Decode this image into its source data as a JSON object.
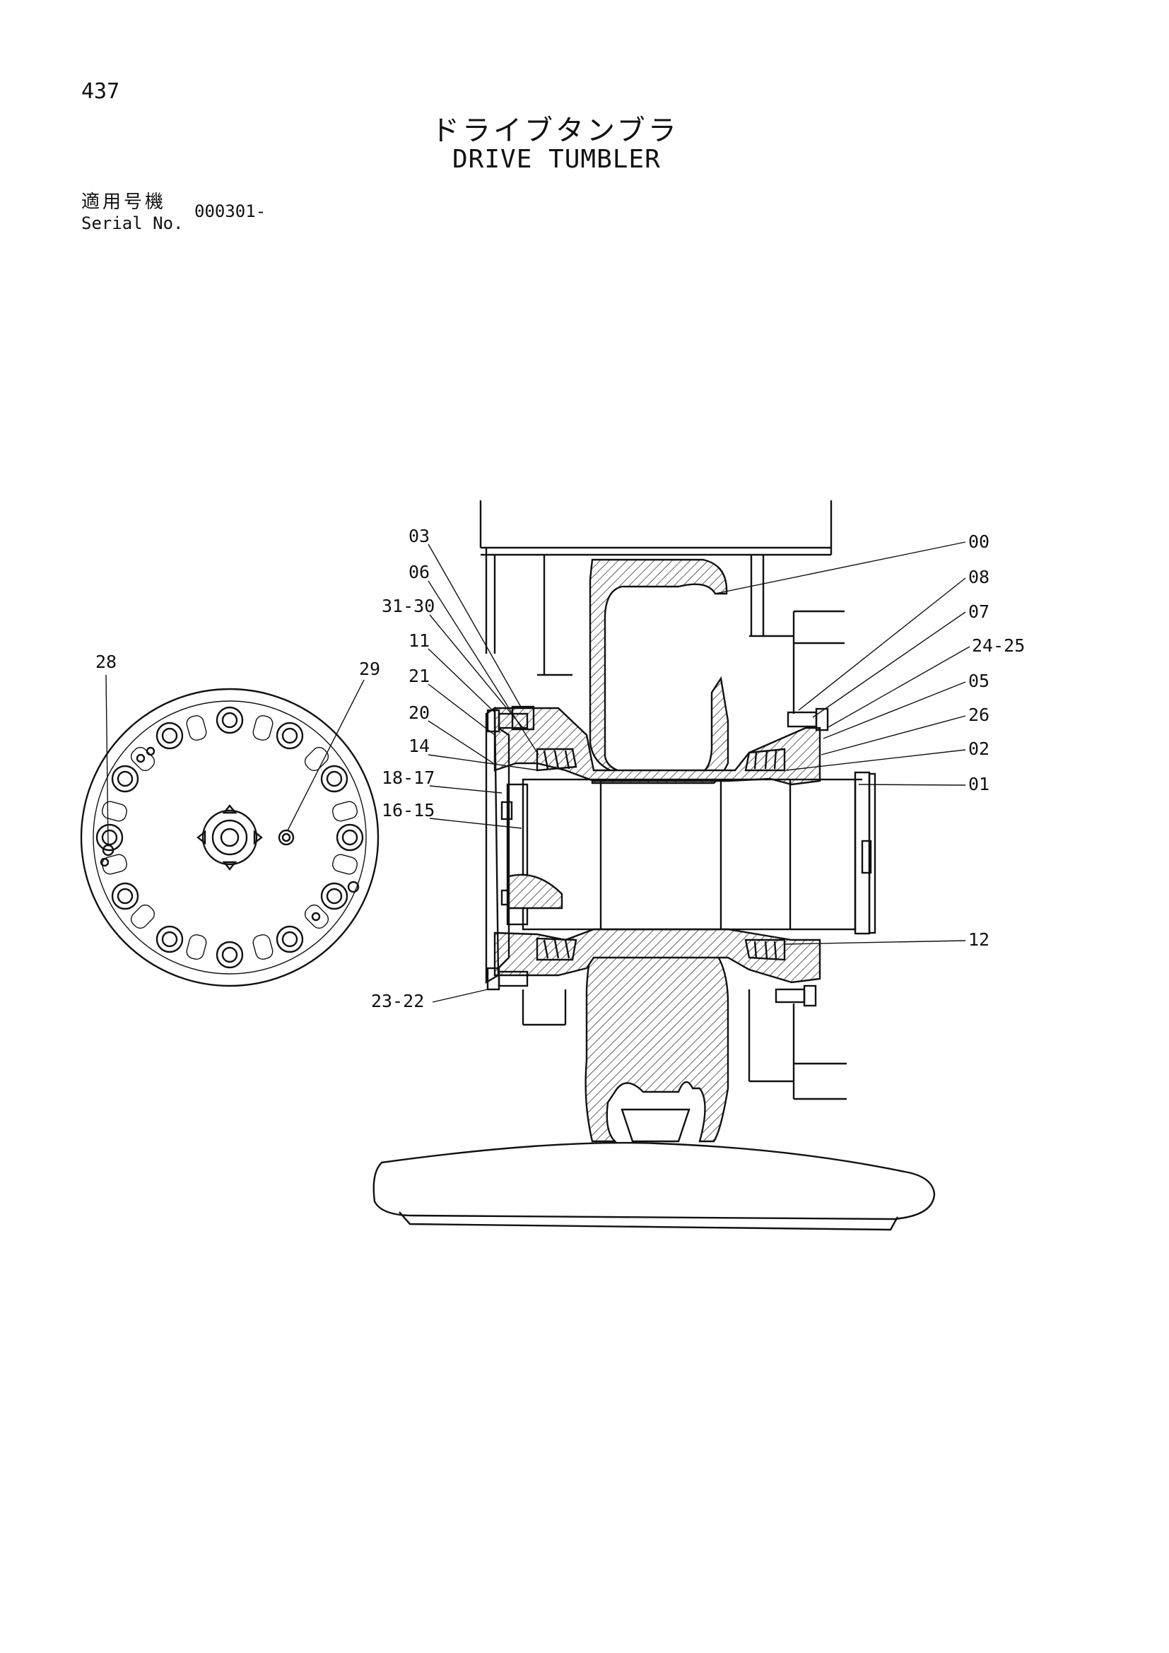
{
  "page_number": "437",
  "title_jp": "ドライブタンブラ",
  "title_en": "DRIVE TUMBLER",
  "serial": {
    "label_jp": "適用号機",
    "label_en": "Serial No.",
    "value": "000301-"
  },
  "callouts": {
    "c03": "03",
    "c06": "06",
    "c3130": "31-30",
    "c11": "11",
    "c21": "21",
    "c20": "20",
    "c14": "14",
    "c1817": "18-17",
    "c1615": "16-15",
    "c2322": "23-22",
    "c28": "28",
    "c29": "29",
    "c00": "00",
    "c08": "08",
    "c07": "07",
    "c2425": "24-25",
    "c05": "05",
    "c26": "26",
    "c02": "02",
    "c01": "01",
    "c12": "12"
  }
}
